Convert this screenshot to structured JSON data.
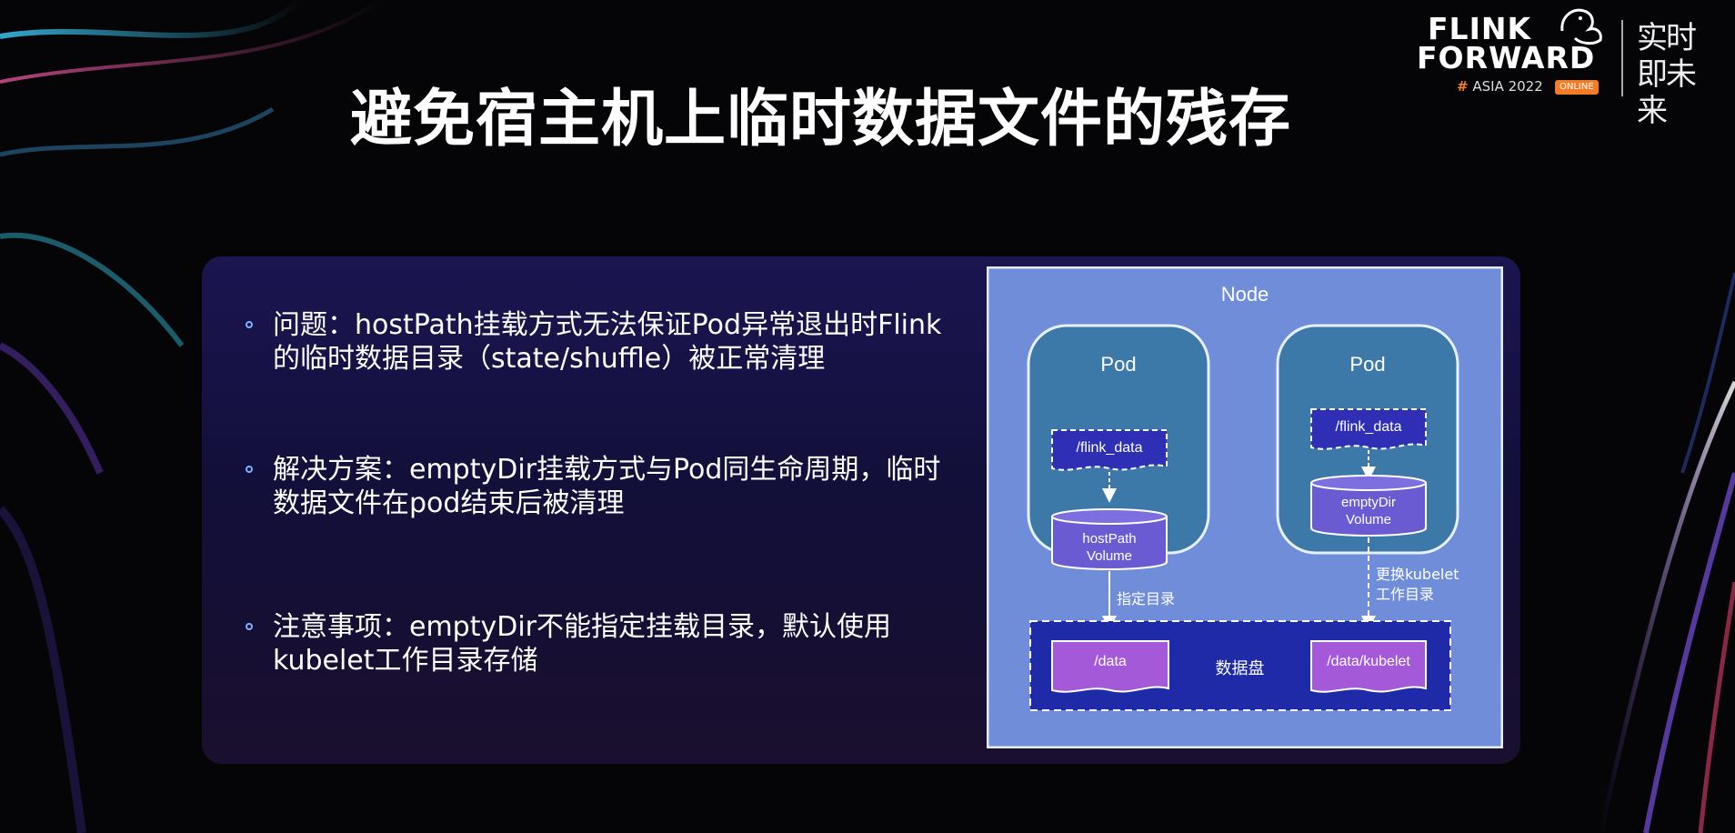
{
  "slide": {
    "title": "避免宿主机上临时数据文件的残存"
  },
  "logo": {
    "line1": "FLINK",
    "line2": "FORWARD",
    "hash": "#",
    "event": "ASIA 2022",
    "badge": "ONLINE",
    "tagline": "实时即未来"
  },
  "bullets": [
    {
      "line1": "问题：hostPath挂载方式无法保证Pod异常退出时Flink",
      "line2": "的临时数据目录（state/shuffle）被正常清理"
    },
    {
      "line1": "解决方案：emptyDir挂载方式与Pod同生命周期，临时",
      "line2": "数据文件在pod结束后被清理"
    },
    {
      "line1": "注意事项：emptyDir不能指定挂载目录，默认使用",
      "line2": "kubelet工作目录存储"
    }
  ],
  "diagram": {
    "node_label": "Node",
    "pod_left": {
      "label": "Pod",
      "dir": "/flink_data",
      "volume_line1": "hostPath",
      "volume_line2": "Volume"
    },
    "pod_right": {
      "label": "Pod",
      "dir": "/flink_data",
      "volume_line1": "emptyDir",
      "volume_line2": "Volume"
    },
    "arrow_left_label": "指定目录",
    "arrow_right_label_line1": "更换kubelet",
    "arrow_right_label_line2": "工作目录",
    "disk_label": "数据盘",
    "disk_left": "/data",
    "disk_right": "/data/kubelet",
    "colors": {
      "node_bg": "#6f8dd8",
      "pod_bg": "#3d79a8",
      "dir_box": "#2e2fb5",
      "volume": "#6a5bd2",
      "disk_bg": "#1f2aa8",
      "disk_file": "#a45ad8"
    }
  }
}
